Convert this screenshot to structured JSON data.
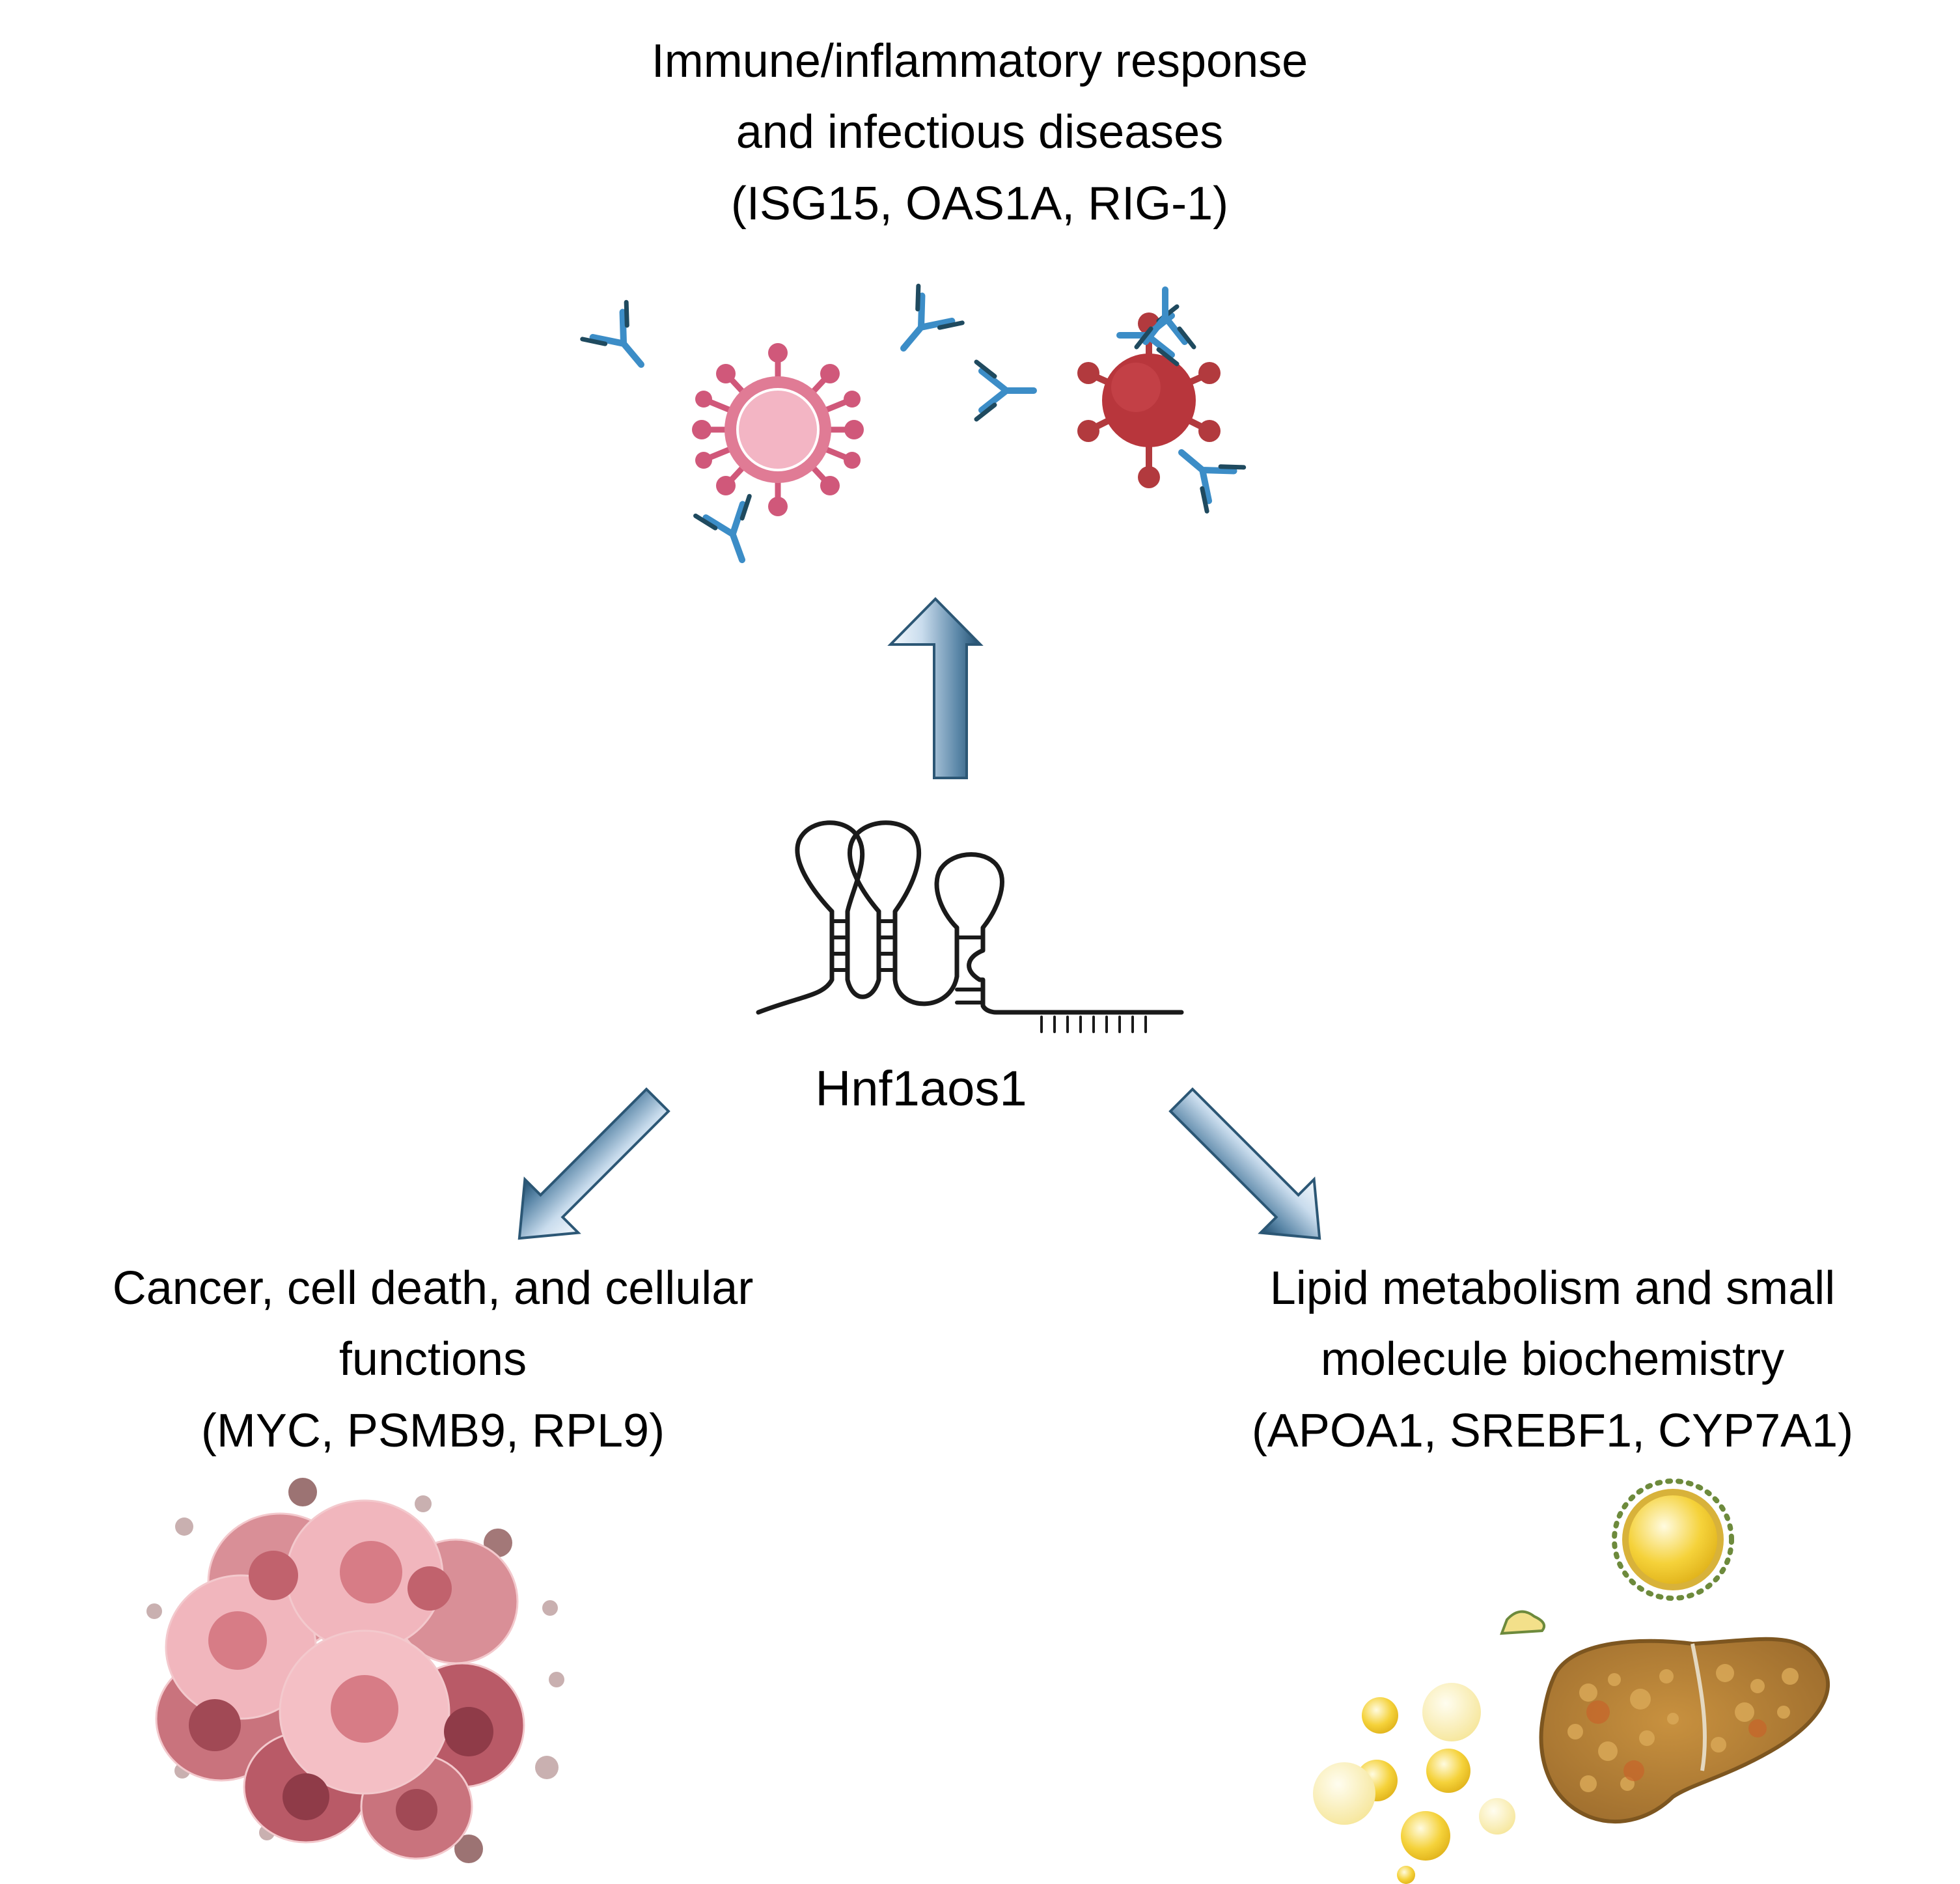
{
  "center": {
    "label": "Hnf1aos1"
  },
  "top_branch": {
    "lines": [
      "Immune/inflammatory response",
      "and infectious diseases",
      "(ISG15, OAS1A, RIG-1)"
    ]
  },
  "left_branch": {
    "lines": [
      "Cancer, cell death, and cellular",
      "functions",
      "(MYC, PSMB9, RPL9)"
    ]
  },
  "right_branch": {
    "lines": [
      "Lipid metabolism and small",
      "molecule biochemistry",
      "(APOA1, SREBF1, CYP7A1)"
    ]
  },
  "icons": {
    "top": [
      "antibody-icon",
      "virus-icon",
      "antibody-bound-virus-icon"
    ],
    "center": "rna-hairpin-icon",
    "left": "cancer-cells-icon",
    "right": [
      "lipid-droplets-icon",
      "lipoprotein-icon",
      "fatty-liver-icon"
    ]
  },
  "colors": {
    "arrow_light": "#eef6fb",
    "arrow_dark": "#1f4d6e",
    "virus_pink": "#d9607e",
    "virus_red": "#b23a3e",
    "antibody_blue": "#3c8dc7",
    "liver_brown": "#b5813c",
    "lipid_yellow": "#f5d23a"
  }
}
